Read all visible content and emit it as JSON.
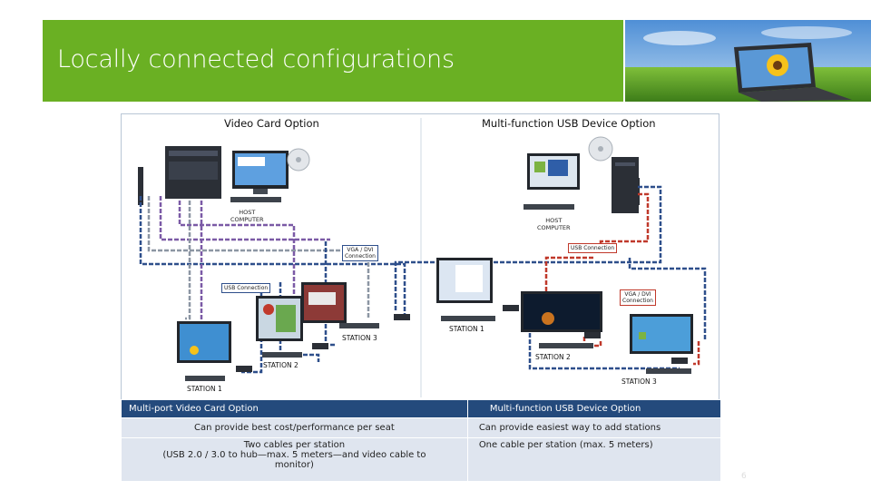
{
  "banner": {
    "title": "Locally connected configurations"
  },
  "diagram": {
    "left_title": "Video Card Option",
    "right_title": "Multi-function USB Device Option",
    "host_left": [
      "HOST",
      "COMPUTER"
    ],
    "host_right": [
      "HOST",
      "COMPUTER"
    ],
    "vga_tag_left": [
      "VGA / DVI",
      "Connection"
    ],
    "usb_tag_left": "USB Connection",
    "usb_tag_right": "USB Connection",
    "vga_tag_right": [
      "VGA / DVI",
      "Connection"
    ],
    "left_stations": [
      "STATION 1",
      "STATION 2",
      "STATION 3"
    ],
    "right_stations": [
      "STATION 1",
      "STATION 2",
      "STATION 3"
    ],
    "colors": {
      "navy": "#2e4f8b",
      "purple": "#7b5aa6",
      "grey": "#8c96a3",
      "red": "#c0392b",
      "green": "#6ab023"
    }
  },
  "table": {
    "headers": [
      "Multi-port Video Card Option",
      "Multi-function USB Device  Option"
    ],
    "rows": [
      [
        "Can provide best cost/performance per seat",
        "Can provide easiest way to add stations"
      ],
      [
        [
          "Two cables per station",
          "(USB 2.0 / 3.0 to hub—max. 5 meters—and video cable to",
          "monitor)"
        ],
        "One cable per station (max. 5 meters)"
      ]
    ]
  },
  "page_number": "6"
}
